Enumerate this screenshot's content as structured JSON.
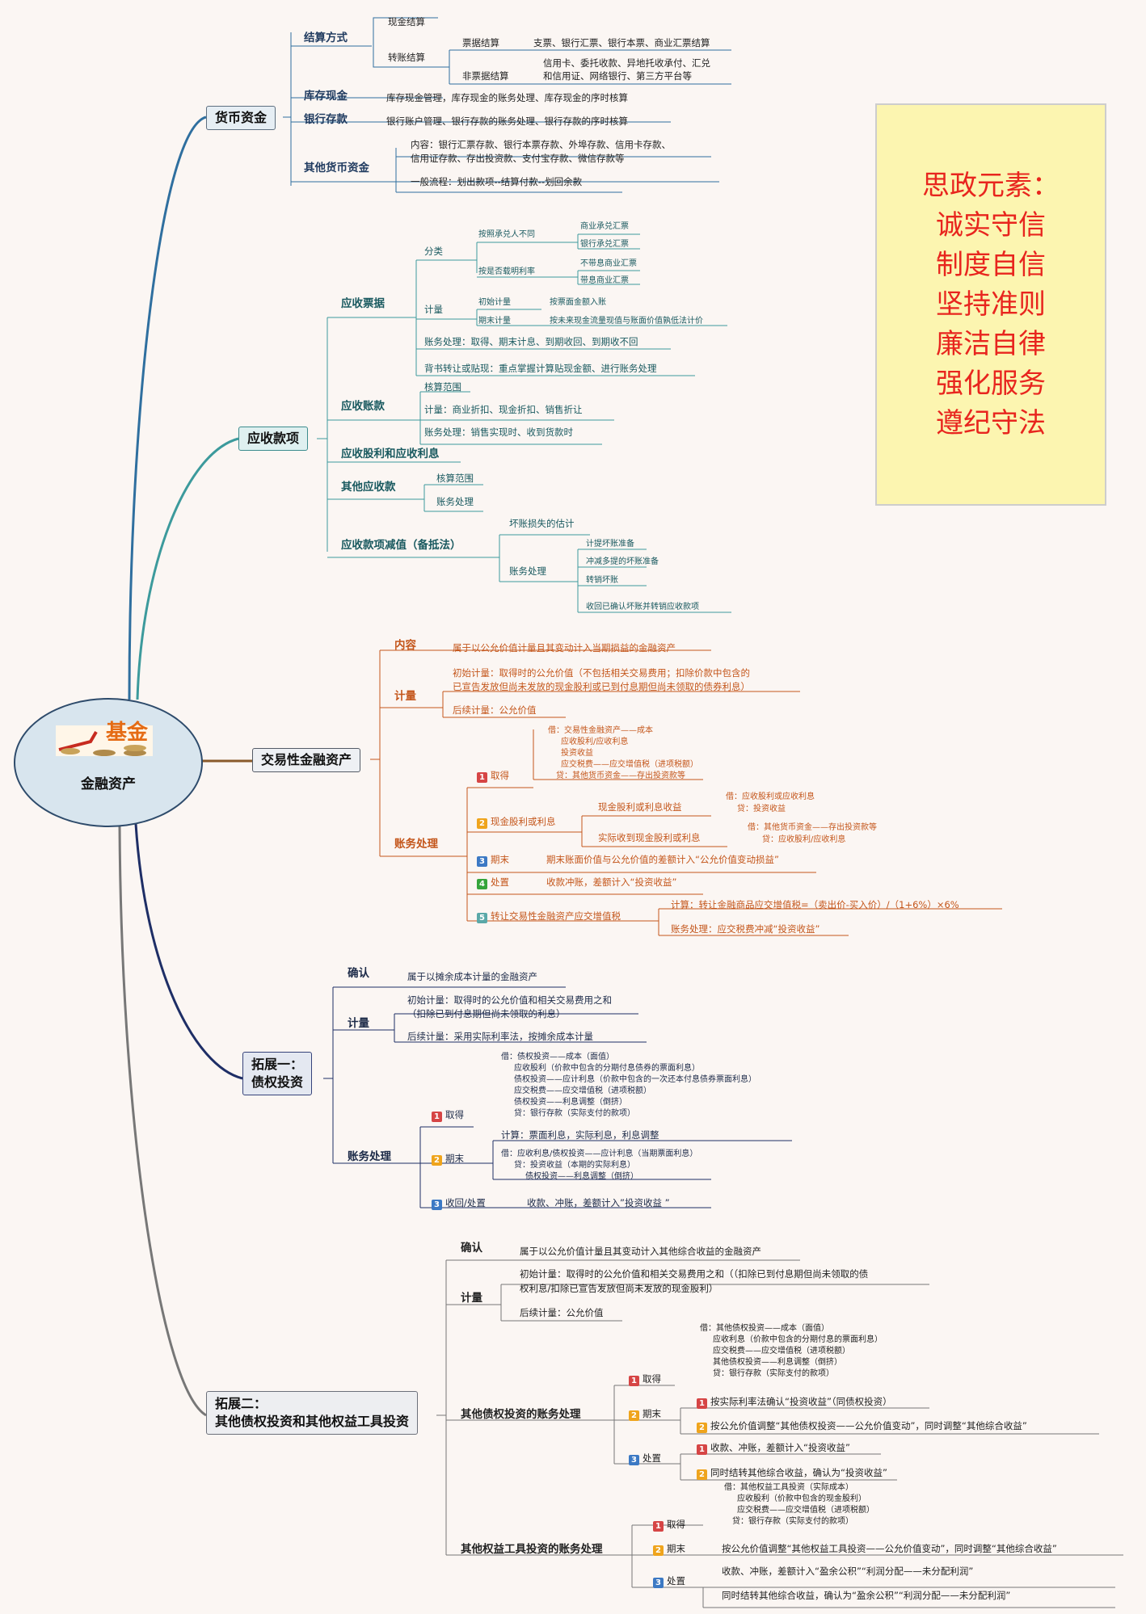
{
  "root": {
    "label": "金融资产",
    "logo_text": "基金",
    "logo_icon": "coin-stack-logo-icon"
  },
  "ideology": {
    "title": "思政元素：",
    "items": [
      "诚实守信",
      "制度自信",
      "坚持准则",
      "廉洁自律",
      "强化服务",
      "遵纪守法"
    ]
  },
  "b1": {
    "label": "货币资金",
    "settle": {
      "label": "结算方式",
      "cash": "现金结算",
      "transfer": "转账结算",
      "bill": "票据结算",
      "bill_desc": "支票、银行汇票、银行本票、商业汇票结算",
      "nonbill": "非票据结算",
      "nonbill_desc1": "信用卡、委托收款、异地托收承付、汇兑",
      "nonbill_desc2": "和信用证、网络银行、第三方平台等"
    },
    "cash": {
      "label": "库存现金",
      "desc": "库存现金管理，库存现金的账务处理、库存现金的序时核算"
    },
    "bank": {
      "label": "银行存款",
      "desc": "银行账户管理、银行存款的账务处理、银行存款的序时核算"
    },
    "other": {
      "label": "其他货币资金",
      "c1": "内容：银行汇票存款、银行本票存款、外埠存款、信用卡存款、",
      "c2": "信用证存款、存出投资款、支付宝存款、微信存款等",
      "flow": "一般流程：划出款项--结算付款--划回余款"
    }
  },
  "b2": {
    "label": "应收款项",
    "notes": {
      "label": "应收票据",
      "cls": "分类",
      "byAcc": "按照承兑人不同",
      "comm": "商业承兑汇票",
      "bank": "银行承兑汇票",
      "byInt": "按是否载明利率",
      "noInt": "不带息商业汇票",
      "withInt": "带息商业汇票",
      "meas": "计量",
      "init": "初始计量",
      "init_d": "按票面金额入账",
      "end": "期末计量",
      "end_d": "按未来现金流量现值与账面价值孰低法计价",
      "acct": "账务处理：取得、期末计息、到期收回、到期收不回",
      "endorse": "背书转让或贴现：重点掌握计算贴现金额、进行账务处理"
    },
    "ar": {
      "label": "应收账款",
      "scope": "核算范围",
      "meas": "计量：商业折扣、现金折扣、销售折让",
      "acct": "账务处理：销售实现时、收到货款时"
    },
    "div": {
      "label": "应收股利和应收利息"
    },
    "oth": {
      "label": "其他应收款",
      "scope": "核算范围",
      "acct": "账务处理"
    },
    "imp": {
      "label": "应收款项减值（备抵法）",
      "est": "坏账损失的估计",
      "acct": "账务处理",
      "a1": "计提坏账准备",
      "a2": "冲减多提的坏账准备",
      "a3": "转销坏账",
      "a4": "收回已确认坏账并转销应收款项"
    }
  },
  "b3": {
    "label": "交易性金融资产",
    "content": {
      "label": "内容",
      "desc": "属于以公允价值计量且其变动计入当期损益的金融资产"
    },
    "meas": {
      "label": "计量",
      "init1": "初始计量：取得时的公允价值（不包括相关交易费用；扣除价款中包含的",
      "init2": "已宣告发放但尚未发放的现金股利或已到付息期但尚未领取的债券利息）",
      "later": "后续计量：公允价值"
    },
    "acct": {
      "label": "账务处理",
      "get": {
        "num": "1",
        "label": "取得",
        "l1": "借：交易性金融资产——成本",
        "l2": "应收股利/应收利息",
        "l3": "投资收益",
        "l4": "应交税费——应交增值税（进项税额）",
        "l5": "贷：其他货币资金——存出投资款等"
      },
      "div": {
        "num": "2",
        "label": "现金股利或利息",
        "a": "现金股利或利息收益",
        "a1": "借：应收股利或应收利息",
        "a2": "贷：投资收益",
        "b": "实际收到现金股利或利息",
        "b1": "借：其他货币资金——存出投资款等",
        "b2": "贷：应收股利/应收利息"
      },
      "end": {
        "num": "3",
        "label": "期末",
        "desc": "期末账面价值与公允价值的差额计入“公允价值变动损益”"
      },
      "disp": {
        "num": "4",
        "label": "处置",
        "desc": "收款冲账，差额计入“投资收益”"
      },
      "vat": {
        "num": "5",
        "label": "转让交易性金融资产应交增值税",
        "c": "计算：转让金融商品应交增值税=（卖出价-买入价）/（1+6%）×6%",
        "a": "账务处理：应交税费冲减“投资收益”"
      }
    }
  },
  "b4": {
    "label1": "拓展一：",
    "label2": "债权投资",
    "rec": {
      "label": "确认",
      "desc": "属于以摊余成本计量的金融资产"
    },
    "meas": {
      "label": "计量",
      "init1": "初始计量：取得时的公允价值和相关交易费用之和",
      "init2": "（扣除已到付息期但尚未领取的利息）",
      "later": "后续计量：采用实际利率法，按摊余成本计量"
    },
    "acct": {
      "label": "账务处理",
      "get": {
        "num": "1",
        "label": "取得",
        "l1": "借：债权投资——成本（面值）",
        "l2": "应收股利（价款中包含的分期付息债券的票面利息）",
        "l3": "债权投资——应计利息（价款中包含的一次还本付息债券票面利息）",
        "l4": "应交税费——应交增值税（进项税额）",
        "l5": "债权投资——利息调整（倒挤）",
        "l6": "贷：银行存款（实际支付的款项）"
      },
      "end": {
        "num": "2",
        "label": "期末",
        "c": "计算：票面利息，实际利息，利息调整",
        "l1": "借：应收利息/债权投资——应计利息（当期票面利息）",
        "l2": "贷：投资收益（本期的实际利息）",
        "l3": "债权投资——利息调整（倒挤）"
      },
      "disp": {
        "num": "3",
        "label": "收回/处置",
        "desc": "收款、冲账，差额计入”投资收益 ”"
      }
    }
  },
  "b5": {
    "label1": "拓展二：",
    "label2": "其他债权投资和其他权益工具投资",
    "rec": {
      "label": "确认",
      "desc": "属于以公允价值计量且其变动计入其他综合收益的金融资产"
    },
    "meas": {
      "label": "计量",
      "init1": "初始计量：取得时的公允价值和相关交易费用之和（（扣除已到付息期但尚未领取的债",
      "init2": "权利息/扣除已宣告发放但尚未发放的现金股利）",
      "later": "后续计量：公允价值"
    },
    "debt": {
      "label": "其他债权投资的账务处理",
      "get": {
        "num": "1",
        "label": "取得",
        "l1": "借：其他债权投资——成本（面值）",
        "l2": "应收利息（价款中包含的分期付息的票面利息）",
        "l3": "应交税费——应交增值税（进项税额）",
        "l4": "其他债权投资——利息调整（倒挤）",
        "l5": "贷：银行存款（实际支付的款项）"
      },
      "end": {
        "num": "2",
        "label": "期末",
        "a": "按实际利率法确认“投资收益”（同债权投资）",
        "b": "按公允价值调整“其他债权投资——公允价值变动”，同时调整“其他综合收益”"
      },
      "disp": {
        "num": "3",
        "label": "处置",
        "a": "收款、冲账，差额计入“投资收益”",
        "b": "同时结转其他综合收益，确认为“投资收益”"
      }
    },
    "eq": {
      "label": "其他权益工具投资的账务处理",
      "get": {
        "num": "1",
        "label": "取得",
        "l1": "借：其他权益工具投资（实际成本）",
        "l2": "应收股利（价款中包含的现金股利）",
        "l3": "应交税费——应交增值税（进项税额）",
        "l4": "贷：银行存款（实际支付的款项）"
      },
      "end": {
        "num": "2",
        "label": "期末",
        "desc": "按公允价值调整“其他权益工具投资——公允价值变动”，同时调整“其他综合收益”"
      },
      "disp": {
        "num": "3",
        "label": "处置",
        "a": "收款、冲账，差额计入“盈余公积”“利润分配——未分配利润”",
        "b": "同时结转其他综合收益，确认为“盈余公积”“利润分配——未分配利润”"
      }
    }
  }
}
